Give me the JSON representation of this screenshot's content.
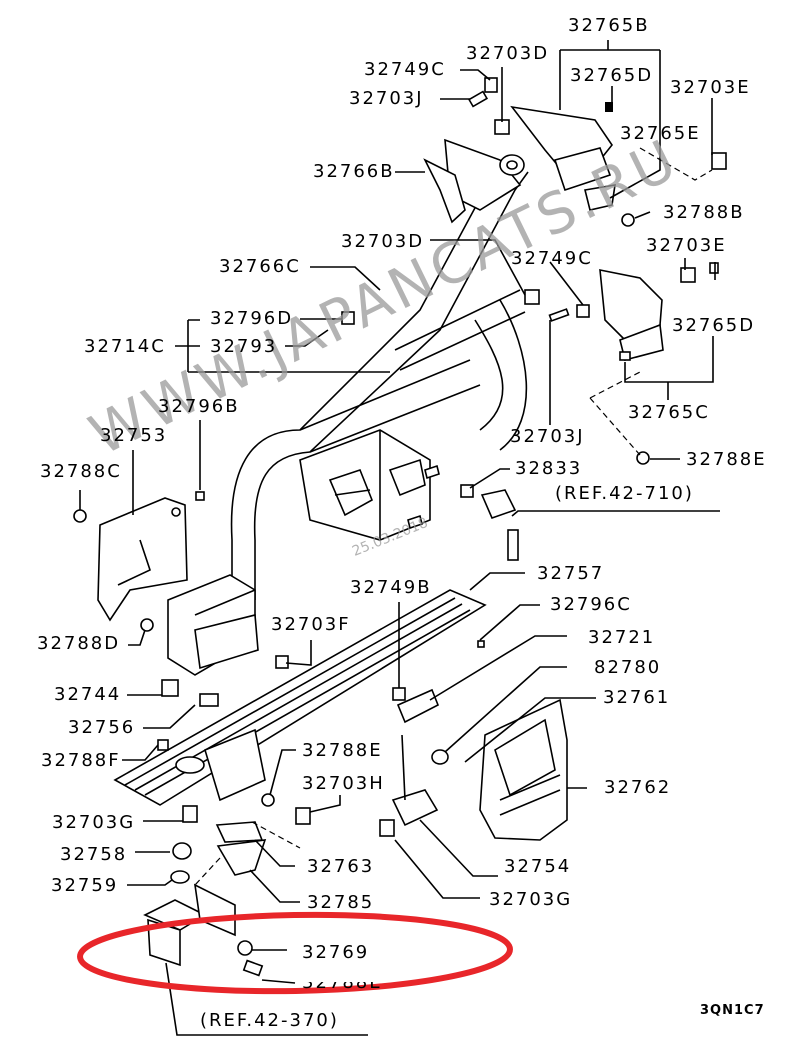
{
  "diagram": {
    "title_code": "3QN1C7",
    "watermark": "WWW.JAPANCATS.RU",
    "watermark_date": "25.03.2018",
    "highlight_color": "#e8262a",
    "highlighted_part": "32769",
    "references": [
      "(REF.42-710)",
      "(REF.42-370)"
    ],
    "labels": {
      "p32765B": "32765B",
      "p32703D_top": "32703D",
      "p32765D_top": "32765D",
      "p32749C_top": "32749C",
      "p32703E_top": "32703E",
      "p32703J_top": "32703J",
      "p32765E": "32765E",
      "p32766B": "32766B",
      "p32788B": "32788B",
      "p32703D_mid": "32703D",
      "p32703E_mid": "32703E",
      "p32766C": "32766C",
      "p32749C_mid": "32749C",
      "p32796D": "32796D",
      "p32714C": "32714C",
      "p32793": "32793",
      "p32765D_mid": "32765D",
      "p32796B": "32796B",
      "p32765C": "32765C",
      "p32753": "32753",
      "p32703J_mid": "32703J",
      "p32788C": "32788C",
      "p32833": "32833",
      "p32788E_top": "32788E",
      "p32757": "32757",
      "p32749B": "32749B",
      "p32796C": "32796C",
      "p32788D": "32788D",
      "p32703F": "32703F",
      "p32721": "32721",
      "p82780": "82780",
      "p32744": "32744",
      "p32761": "32761",
      "p32756": "32756",
      "p32788F": "32788F",
      "p32788E_mid": "32788E",
      "p32762": "32762",
      "p32703H": "32703H",
      "p32703G_left": "32703G",
      "p32758": "32758",
      "p32763": "32763",
      "p32754": "32754",
      "p32759": "32759",
      "p32785": "32785",
      "p32703G_right": "32703G",
      "p32769": "32769",
      "p32788E_bottom": "32788E"
    }
  }
}
